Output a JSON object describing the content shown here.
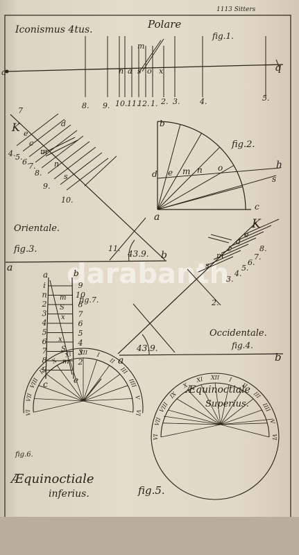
{
  "plate": {
    "corner_note": "1113 Sitters",
    "watermark": "darabanth",
    "top": {
      "title": "Iconismus 4tus.",
      "heading": "Polare",
      "fig": "fig.1.",
      "left_end": "a",
      "right_end": "q",
      "upper_letters": [
        "m",
        "n",
        "a",
        "s",
        "o",
        "x"
      ],
      "hour_labels": [
        "8.",
        "9.",
        "10.",
        "11.",
        "12.",
        "1.",
        "2.",
        "3.",
        "4.",
        "5."
      ]
    },
    "oriental": {
      "label": "Orientale.",
      "fig": "fig.3.",
      "angle": "43.9.",
      "corner_a": "a",
      "corner_b": "b",
      "K": "K",
      "letters": [
        "e",
        "d",
        "c",
        "m",
        "n",
        "s"
      ],
      "hours": [
        "4.",
        "5.",
        "6.",
        "7.",
        "8.",
        "9.",
        "10.",
        "11."
      ],
      "top_num": "7"
    },
    "fig2": {
      "fig": "fig.2.",
      "b": "b",
      "a": "a",
      "c": "c",
      "d": "d",
      "e": "e",
      "m": "m",
      "n": "n",
      "o": "o",
      "h": "h",
      "s": "s"
    },
    "occidental": {
      "label": "Occidentale.",
      "fig": "fig.4.",
      "angle": "43.9.",
      "corner_a": "a",
      "corner_b": "b",
      "K": "K",
      "letters": [
        "s",
        "m",
        "c",
        "d",
        "e"
      ],
      "hours": [
        "3.",
        "4.",
        "5.",
        "6.",
        "7.",
        "8."
      ],
      "num2": "2."
    },
    "fig7": {
      "fig": "fig.7.",
      "top_a": "a",
      "top_b": "b",
      "bot_c": "c",
      "bot_e": "e",
      "left_col": [
        "i",
        "n",
        "2",
        "3",
        "4",
        "5",
        "6",
        "7",
        "8",
        "9"
      ],
      "right_col": [
        "9",
        "10",
        "8",
        "7",
        "6",
        "5",
        "4",
        "3",
        "2"
      ],
      "marks": [
        "m",
        "S",
        "x",
        "x",
        "S",
        "m"
      ]
    },
    "fig6": {
      "fig": "fig.6.",
      "caption_line1": "Æquinoctiale",
      "caption_line2": "inferius.",
      "numerals": [
        "VI",
        "VII",
        "VIII",
        "IX",
        "X",
        "XI",
        "XII",
        "I",
        "II",
        "III",
        "IIII",
        "V",
        "VI"
      ]
    },
    "fig5": {
      "fig": "fig.5.",
      "caption_line1": "Æquinoctiale",
      "caption_line2": "Superius.",
      "numerals": [
        "VI",
        "VII",
        "VIII",
        "IX",
        "X",
        "XI",
        "XII",
        "I",
        "II",
        "III",
        "IIII",
        "V",
        "VI"
      ]
    }
  }
}
